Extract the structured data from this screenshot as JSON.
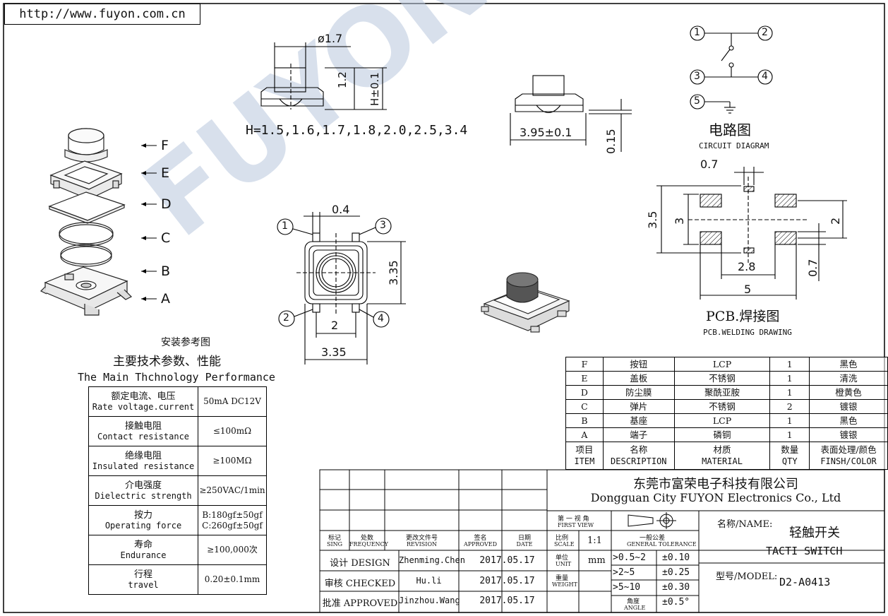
{
  "url": "http://www.fuyon.com.cn",
  "watermark": "FUYON富荣",
  "exploded": {
    "labels": [
      "F",
      "E",
      "D",
      "C",
      "B",
      "A"
    ],
    "caption": "安装参考图"
  },
  "dims": {
    "top_diameter": "ø1.7",
    "top_h12": "1.2",
    "top_h": "H±0.1",
    "h_list": "H=1.5,1.6,1.7,1.8,2.0,2.5,3.4",
    "side_width": "3.95±0.1",
    "side_015": "0.15",
    "front_04": "0.4",
    "front_335v": "3.35",
    "front_2": "2",
    "front_335h": "3.35",
    "pins": [
      "1",
      "2",
      "3",
      "4"
    ]
  },
  "circuit": {
    "pins": [
      "1",
      "2",
      "3",
      "4",
      "5"
    ],
    "title_cn": "电路图",
    "title_en": "CIRCUIT DIAGRAM"
  },
  "pcb": {
    "d07top": "0.7",
    "d35": "3.5",
    "d3": "3",
    "d2": "2",
    "d28": "2.8",
    "d07r": "0.7",
    "d5": "5",
    "title_cn": "PCB.焊接图",
    "title_en": "PCB.WELDING DRAWING"
  },
  "perf": {
    "title_cn": "主要技术参数、性能",
    "title_en": "The Main Thchnology Performance",
    "rows": [
      {
        "cn": "额定电流、电压",
        "en": "Rate voltage.current",
        "val": "50mA DC12V"
      },
      {
        "cn": "接触电阻",
        "en": "Contact resistance",
        "val": "≤100mΩ"
      },
      {
        "cn": "绝缘电阻",
        "en": "Insulated resistance",
        "val": "≥100MΩ"
      },
      {
        "cn": "介电强度",
        "en": "Dielectric strength",
        "val": "≥250VAC/1min"
      },
      {
        "cn": "按力",
        "en": "Operating force",
        "val": "B:180gf±50gf\nC:260gf±50gf"
      },
      {
        "cn": "寿命",
        "en": "Endurance",
        "val": "≥100,000次"
      },
      {
        "cn": "行程",
        "en": "travel",
        "val": "0.20±0.1mm"
      }
    ]
  },
  "bom": {
    "rows": [
      [
        "F",
        "按钮",
        "LCP",
        "1",
        "黑色"
      ],
      [
        "E",
        "盖板",
        "不锈钢",
        "1",
        "清洗"
      ],
      [
        "D",
        "防尘膜",
        "聚酰亚胺",
        "1",
        "橙黄色"
      ],
      [
        "C",
        "弹片",
        "不锈钢",
        "2",
        "镀银"
      ],
      [
        "B",
        "基座",
        "LCP",
        "1",
        "黑色"
      ],
      [
        "A",
        "端子",
        "磷铜",
        "1",
        "镀银"
      ]
    ],
    "header": [
      {
        "cn": "项目",
        "en": "ITEM"
      },
      {
        "cn": "名称",
        "en": "DESCRIPTION"
      },
      {
        "cn": "材质",
        "en": "MATERIAL"
      },
      {
        "cn": "数量",
        "en": "QTY"
      },
      {
        "cn": "表面处理/颜色",
        "en": "FINSH/COLOR"
      }
    ]
  },
  "titleblock": {
    "company_cn": "东莞市富荣电子科技有限公司",
    "company_en": "Dongguan City FUYON Electronics Co., Ltd",
    "first_view_cn": "第 一 视 角",
    "first_view_en": "FIRST VIEW",
    "rev_headers": [
      {
        "cn": "标记",
        "en": "SING"
      },
      {
        "cn": "处数",
        "en": "FREQUENCY"
      },
      {
        "cn": "更改文件号",
        "en": "REVISION"
      },
      {
        "cn": "签名",
        "en": "APPROVED"
      },
      {
        "cn": "日期",
        "en": "DATE"
      }
    ],
    "scale_cn": "比例",
    "scale_en": "SCALE",
    "scale_val": "1:1",
    "unit_cn": "单位",
    "unit_en": "UNIT",
    "unit_val": "mm",
    "weight_cn": "重量",
    "weight_en": "WEIGHT",
    "tol_cn": "一般公差",
    "tol_en": "GENERAL TOLERANCE",
    "tol": [
      {
        "range": ">0.5~2",
        "val": "±0.10"
      },
      {
        "range": ">2~5",
        "val": "±0.25"
      },
      {
        "range": ">5~10",
        "val": "±0.30"
      },
      {
        "range_cn": "角度",
        "range_en": "ANGLE",
        "val": "±0.5°"
      }
    ],
    "people": [
      {
        "role": "设计 DESIGN",
        "name": "Zhenming.Chen",
        "date": "2017.05.17"
      },
      {
        "role": "审核 CHECKED",
        "name": "Hu.li",
        "date": "2017.05.17"
      },
      {
        "role": "批准 APPROVED",
        "name": "Jinzhou.Wang",
        "date": "2017.05.17"
      }
    ],
    "name_label": "名称/NAME:",
    "name_cn": "轻触开关",
    "name_en": "TACTI  SWITCH",
    "model_label": "型号/MODEL:",
    "model_val": "D2-A0413"
  }
}
